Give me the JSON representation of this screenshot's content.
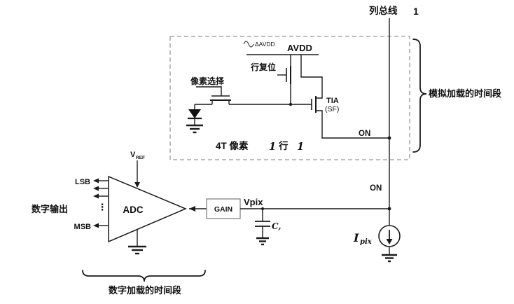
{
  "diagram": {
    "column_bus": {
      "label": "列总线",
      "number": "1"
    },
    "pixel_box": {
      "delta_avdd": "ΔAVDD",
      "avdd": "AVDD",
      "row_reset": "行复位",
      "pixel_select": "像素选择",
      "tia": "TIA",
      "sf": "(SF)",
      "caption_4t": "4T 像素",
      "caption_num1": "1",
      "caption_row": "行",
      "caption_num2": "1",
      "on": "ON"
    },
    "analog_brace_label": "模拟加载的时间段",
    "adc": {
      "vref_v": "V",
      "vref_sub": "REF",
      "lsb": "LSB",
      "dots": "⋮",
      "msb": "MSB",
      "label": "ADC",
      "digital_output": "数字输出"
    },
    "gain": "GAIN",
    "vpix": "Vpix",
    "cap_label": "C,",
    "on_lower": "ON",
    "ipix": {
      "i": "I",
      "sub": "pix"
    },
    "digital_brace_label": "数字加载的时间段"
  }
}
